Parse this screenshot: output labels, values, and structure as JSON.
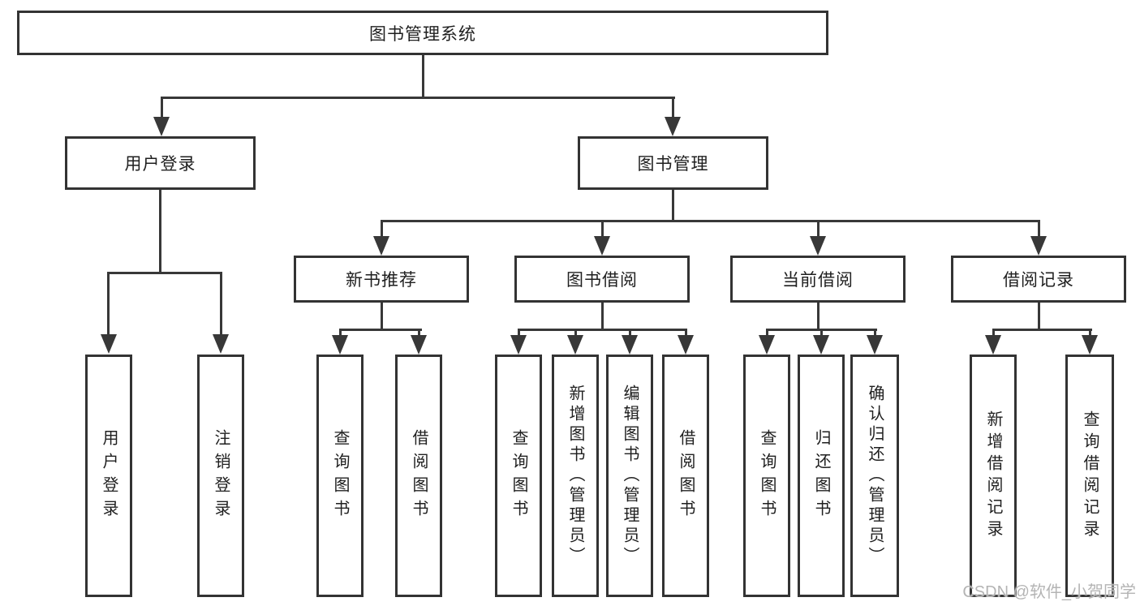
{
  "tree": {
    "root": "图书管理系统",
    "user_login": {
      "label": "用户登录",
      "children": [
        "用户登录",
        "注销登录"
      ]
    },
    "book_management": {
      "label": "图书管理",
      "groups": [
        {
          "label": "新书推荐",
          "children": [
            "查询图书",
            "借阅图书"
          ]
        },
        {
          "label": "图书借阅",
          "children": [
            "查询图书",
            "新增图书（管理员）",
            "编辑图书（管理员）",
            "借阅图书"
          ]
        },
        {
          "label": "当前借阅",
          "children": [
            "查询图书",
            "归还图书",
            "确认归还（管理员）"
          ]
        },
        {
          "label": "借阅记录",
          "children": [
            "新增借阅记录",
            "查询借阅记录"
          ]
        }
      ]
    }
  },
  "watermark": "CSDN @软件_小贺同学",
  "colors": {
    "line": "#383838",
    "border": "#333333",
    "text": "#1f1f1f",
    "watermark": "#b4b4b4",
    "background": "#ffffff"
  }
}
